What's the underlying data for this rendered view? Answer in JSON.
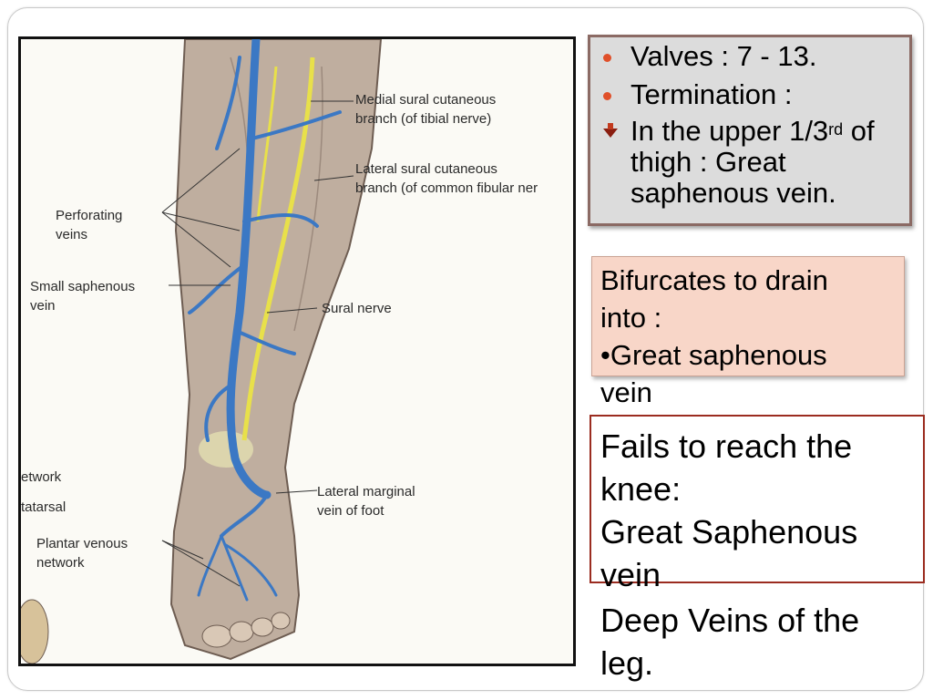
{
  "figure": {
    "labels": {
      "medial_sural": "Medial sural cutaneous\nbranch (of tibial nerve)",
      "lateral_sural": "Lateral sural cutaneous\nbranch (of common fibular ner",
      "perforating": "Perforating\nveins",
      "small_saphenous": "Small saphenous\nvein",
      "sural_nerve": "Sural nerve",
      "network": "etwork",
      "metatarsal": "tatarsal",
      "lateral_marginal": "Lateral marginal\nvein of foot",
      "plantar": "Plantar venous\nnetwork"
    },
    "colors": {
      "vein": "#3b78c4",
      "nerve": "#e8e04a",
      "skin": "#b9a596"
    }
  },
  "valves_box": {
    "line1": "Valves : 7 -  13.",
    "line2": "Termination :",
    "line3_pre": "In the upper 1/3",
    "line3_sup": "rd",
    "line3_post": " of",
    "line4": "thigh : Great",
    "line5": "saphenous vein.",
    "bullet_color": "#e0502a"
  },
  "bifurcates_box": {
    "line1": "Bifurcates to drain",
    "line2": "into :",
    "line3": "•Great saphenous",
    "line4": "vein"
  },
  "fails_box": {
    "line1": "Fails to reach the",
    "line2": "knee:",
    "line3": "Great Saphenous",
    "line4": "vein"
  },
  "deep_veins": {
    "line1": "Deep Veins of the",
    "line2": "leg."
  }
}
